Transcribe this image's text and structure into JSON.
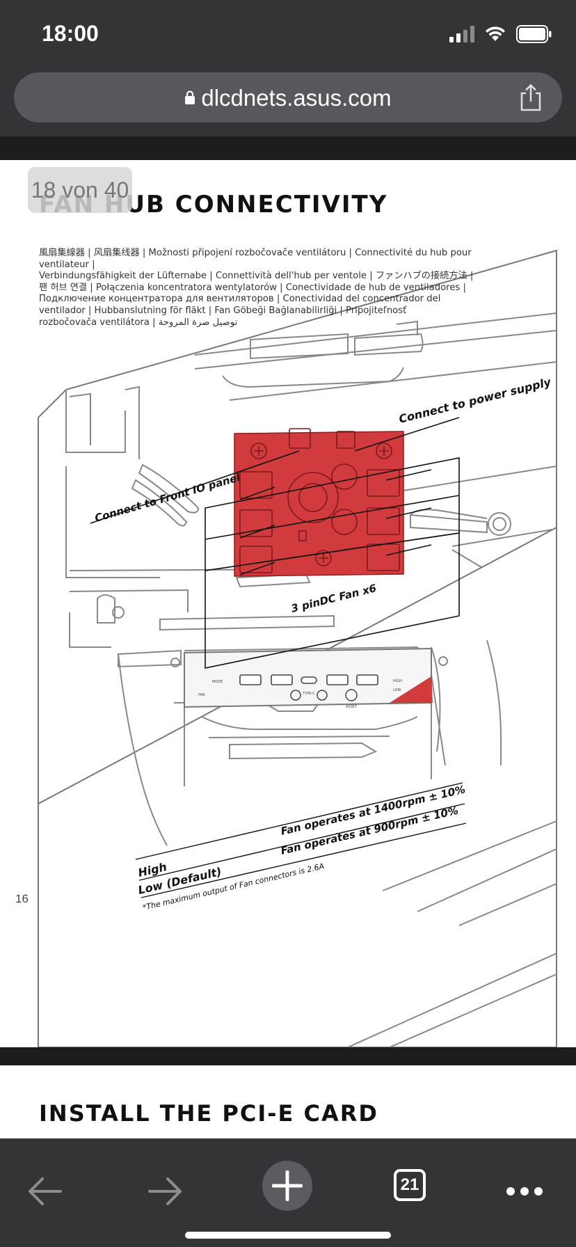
{
  "status_bar": {
    "time": "18:00"
  },
  "browser": {
    "url": "dlcdnets.asus.com"
  },
  "page_counter": "18 von 40",
  "document": {
    "section_title": "FAN HUB CONNECTIVITY",
    "translations": [
      "風扇集線器 | 风扇集线器 | Možnosti připojení rozbočovače ventilátoru | Connectivité du hub pour ventilateur |",
      "Verbindungsfähigkeit der Lüfternabe | Connettività dell'hub per ventole | ファンハブの接続方法 |",
      "팬 허브 연결 | Połączenia koncentratora wentylatorów | Conectividade de hub de ventiladores |",
      "Подключение концентратора для вентиляторов | Conectividad del concentrador del",
      "ventilador | Hubbanslutning för fläkt | Fan Göbeği Bağlanabilirliği | Pripojiteľnosť",
      "rozbočovača ventilátora | توصيل صرة المروحة"
    ],
    "labels": {
      "power": "Connect to power supply",
      "front_io": "Connect to Front IO panel",
      "fans": "3 pinDC Fan x6",
      "high": "High",
      "low": "Low (Default)",
      "high_desc": "Fan operates at 1400rpm ± 10%",
      "low_desc": "Fan operates at 900rpm ± 10%",
      "note": "*The maximum output of Fan connectors is 2.6A"
    },
    "io_labels": {
      "type_c": "TYPE-C",
      "reset": "RESET",
      "mode": "MODE",
      "high": "HIGH",
      "low": "LOW",
      "fan": "FAN"
    },
    "page_number": "16",
    "next_section_title": "INSTALL THE PCI-E CARD"
  },
  "toolbar": {
    "tab_count": "21"
  },
  "colors": {
    "accent_red": "#d23b3e",
    "chrome": "#333436"
  }
}
